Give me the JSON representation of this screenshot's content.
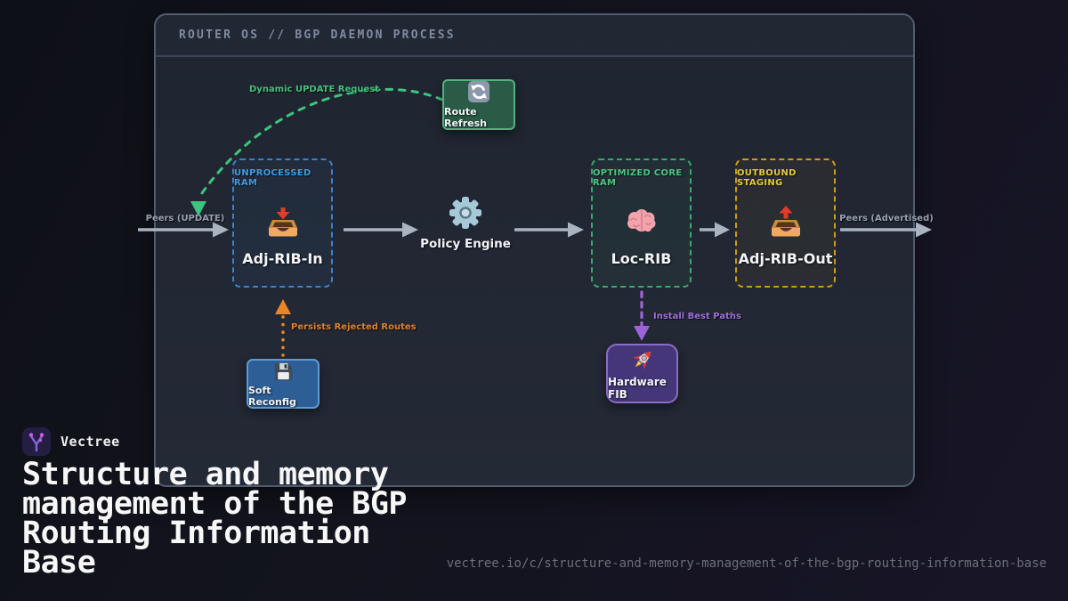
{
  "panel": {
    "header": "ROUTER OS // BGP DAEMON PROCESS"
  },
  "nodes": {
    "route_refresh": {
      "label": "Route Refresh",
      "icon": "refresh-icon"
    },
    "adj_rib_in": {
      "badge": "UNPROCESSED RAM",
      "label": "Adj-RIB-In",
      "icon": "inbox-tray-icon"
    },
    "policy_engine": {
      "label": "Policy Engine",
      "icon": "gear-icon"
    },
    "loc_rib": {
      "badge": "OPTIMIZED CORE RAM",
      "label": "Loc-RIB",
      "icon": "brain-icon"
    },
    "adj_rib_out": {
      "badge": "OUTBOUND STAGING",
      "label": "Adj-RIB-Out",
      "icon": "outbox-tray-icon"
    },
    "soft_reconfig": {
      "label": "Soft Reconfig",
      "icon": "floppy-disk-icon"
    },
    "hardware_fib": {
      "label": "Hardware FIB",
      "icon": "rocket-icon"
    }
  },
  "edges": {
    "peers_update": "Peers (UPDATE)",
    "peers_advertised": "Peers (Advertised)",
    "dynamic_update": "Dynamic UPDATE Request",
    "persists_rejected": "Persists Rejected Routes",
    "install_best": "Install Best Paths"
  },
  "brand": {
    "name": "Vectree"
  },
  "hero": {
    "title": "Structure and memory management of the BGP Routing Information Base",
    "title_lines": [
      "Structure and memory",
      "management of the BGP",
      "Routing Information",
      "Base"
    ]
  },
  "footer": {
    "url": "vectree.io/c/structure-and-memory-management-of-the-bgp-routing-information-base"
  },
  "colors": {
    "accent_green": "#3cc57f",
    "accent_blue": "#3f9be0",
    "accent_gold": "#e3c93c",
    "accent_orange": "#e8862c",
    "accent_purple": "#9c64d8",
    "arrow_gray": "#a9b3c1"
  }
}
